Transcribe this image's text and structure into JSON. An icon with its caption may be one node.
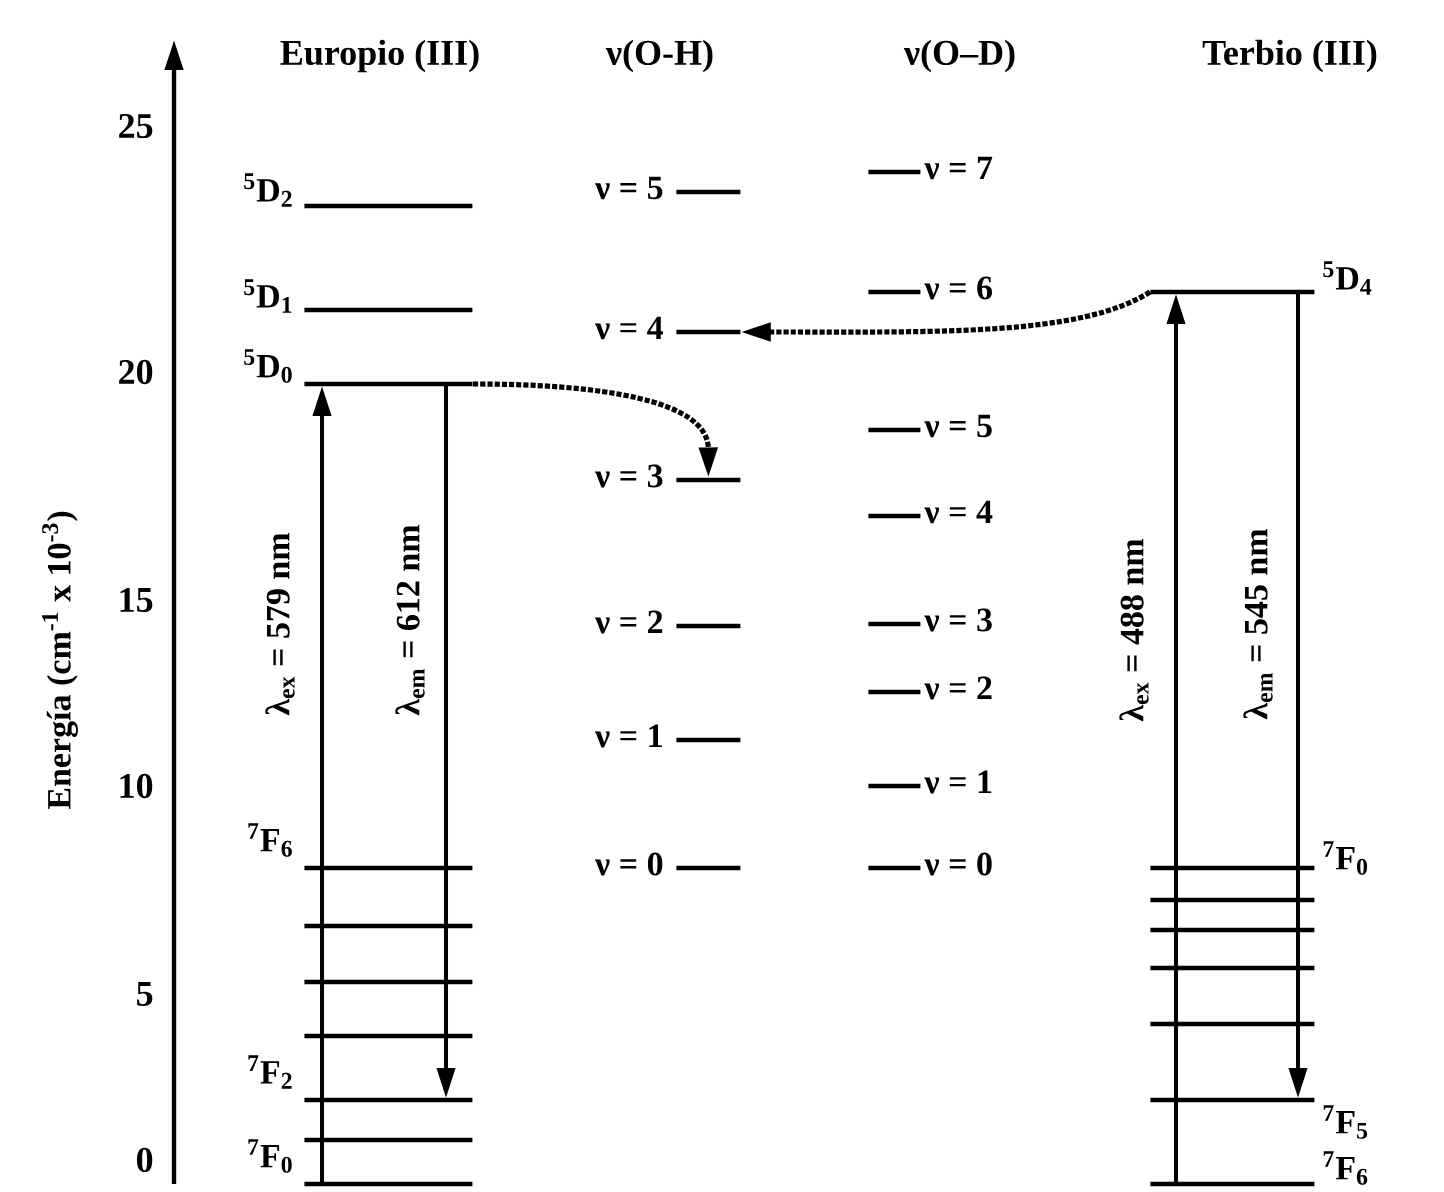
{
  "diagram": {
    "nodes": [
      {
        "text": [
          "$^{5}$D$_{2}$"
        ]
      },
      {
        "text": [
          "$^{5}$D$_{1}$"
        ]
      },
      {
        "text": [
          "$^{5}$D$_{0}$"
        ]
      },
      {
        "text": [
          "$^{7}$F$_{6}$"
        ]
      },
      {
        "text": [],
        "shape": "bar"
      },
      {
        "text": [],
        "shape": "bar"
      },
      {
        "text": [],
        "shape": "bar"
      },
      {
        "text": [
          "$^{7}$F$_{2}$"
        ]
      },
      {
        "text": [],
        "shape": "bar"
      },
      {
        "text": [
          "$^{7}$F$_{0}$"
        ]
      },
      {
        "text": [
          "ν = 5"
        ]
      },
      {
        "text": [
          "ν = 4"
        ]
      },
      {
        "text": [
          "ν = 3"
        ]
      },
      {
        "text": [
          "ν = 2"
        ]
      },
      {
        "text": [
          "ν = 1"
        ]
      },
      {
        "text": [
          "ν = 0"
        ]
      },
      {
        "text": [
          "ν = 7"
        ]
      },
      {
        "text": [
          "ν = 6"
        ]
      },
      {
        "text": [
          "ν = 5"
        ]
      },
      {
        "text": [
          "ν = 4"
        ]
      },
      {
        "text": [
          "ν = 3"
        ]
      },
      {
        "text": [
          "ν = 2"
        ]
      },
      {
        "text": [
          "ν = 1"
        ]
      },
      {
        "text": [
          "ν = 0"
        ]
      },
      {
        "text": [
          "$^{5}$D$_{4}$"
        ]
      },
      {
        "text": [
          "$^{7}$F$_{0}$"
        ]
      },
      {
        "text": [],
        "shape": "bar"
      },
      {
        "text": [],
        "shape": "bar"
      },
      {
        "text": [],
        "shape": "bar"
      },
      {
        "text": [],
        "shape": "bar"
      },
      {
        "text": [
          "$^{7}$F$_{5}$"
        ]
      },
      {
        "text": [
          "$^{7}$F$_{6}$"
        ]
      }
    ],
    "edges": [
      {
        "from": 9,
        "to": 2,
        "arrow": "to",
        "label": "λ$_{ex}$ = 579 nm"
      },
      {
        "from": 2,
        "to": 7,
        "arrow": "to",
        "label": "λ$_{em}$ = 612 nm"
      },
      {
        "from": 2,
        "to": 12,
        "arrow": "to",
        "style": "dashed"
      },
      {
        "from": 24,
        "to": 11,
        "arrow": "to",
        "style": "dashed"
      },
      {
        "from": 31,
        "to": 24,
        "arrow": "to",
        "label": "λ$_{ex}$ = 488 nm"
      },
      {
        "from": 24,
        "to": 30,
        "arrow": "to",
        "label": "λ$_{em}$ = 545 nm"
      }
    ],
    "labels": [
      "Europio (III)",
      "ν(O-H)",
      "ν(O–D)",
      "Terbio (III)",
      "25",
      "20",
      "15",
      "10",
      "5",
      "0",
      "Energía (cm$^{-1}$ x 10$^{-3}$)"
    ]
  }
}
